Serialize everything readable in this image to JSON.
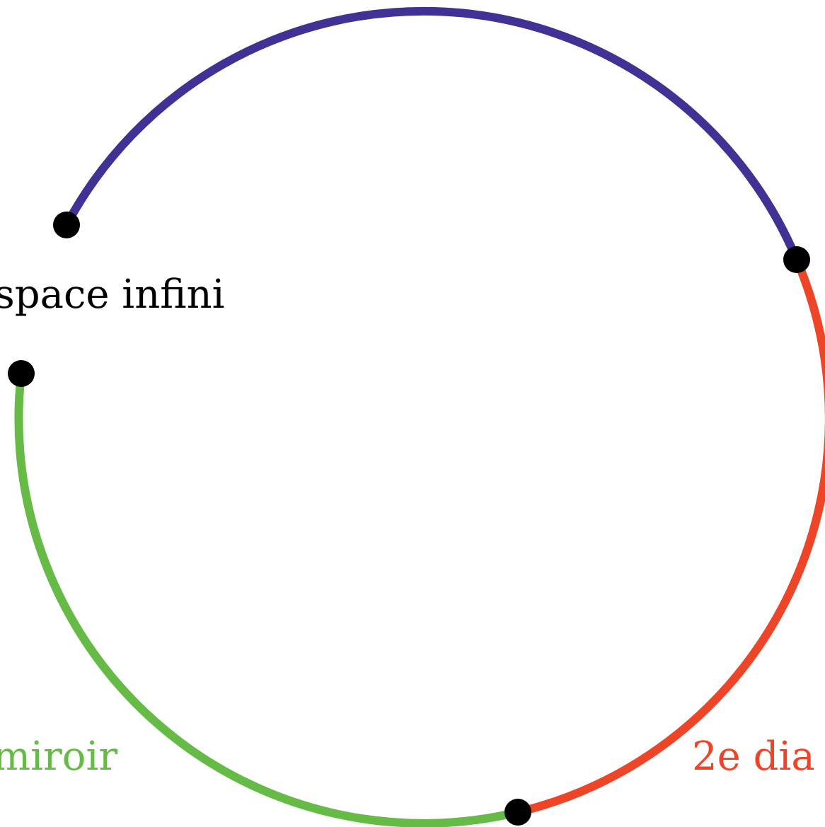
{
  "diagram": {
    "labels": {
      "infinite_space": "space infini",
      "mirror": "miroir",
      "second_diagonal": "2e dia"
    },
    "colors": {
      "top_arc": "#3f3294",
      "right_arc": "#ee4427",
      "left_arc": "#66bb47",
      "node": "#000000",
      "label_text": "#000000"
    }
  }
}
